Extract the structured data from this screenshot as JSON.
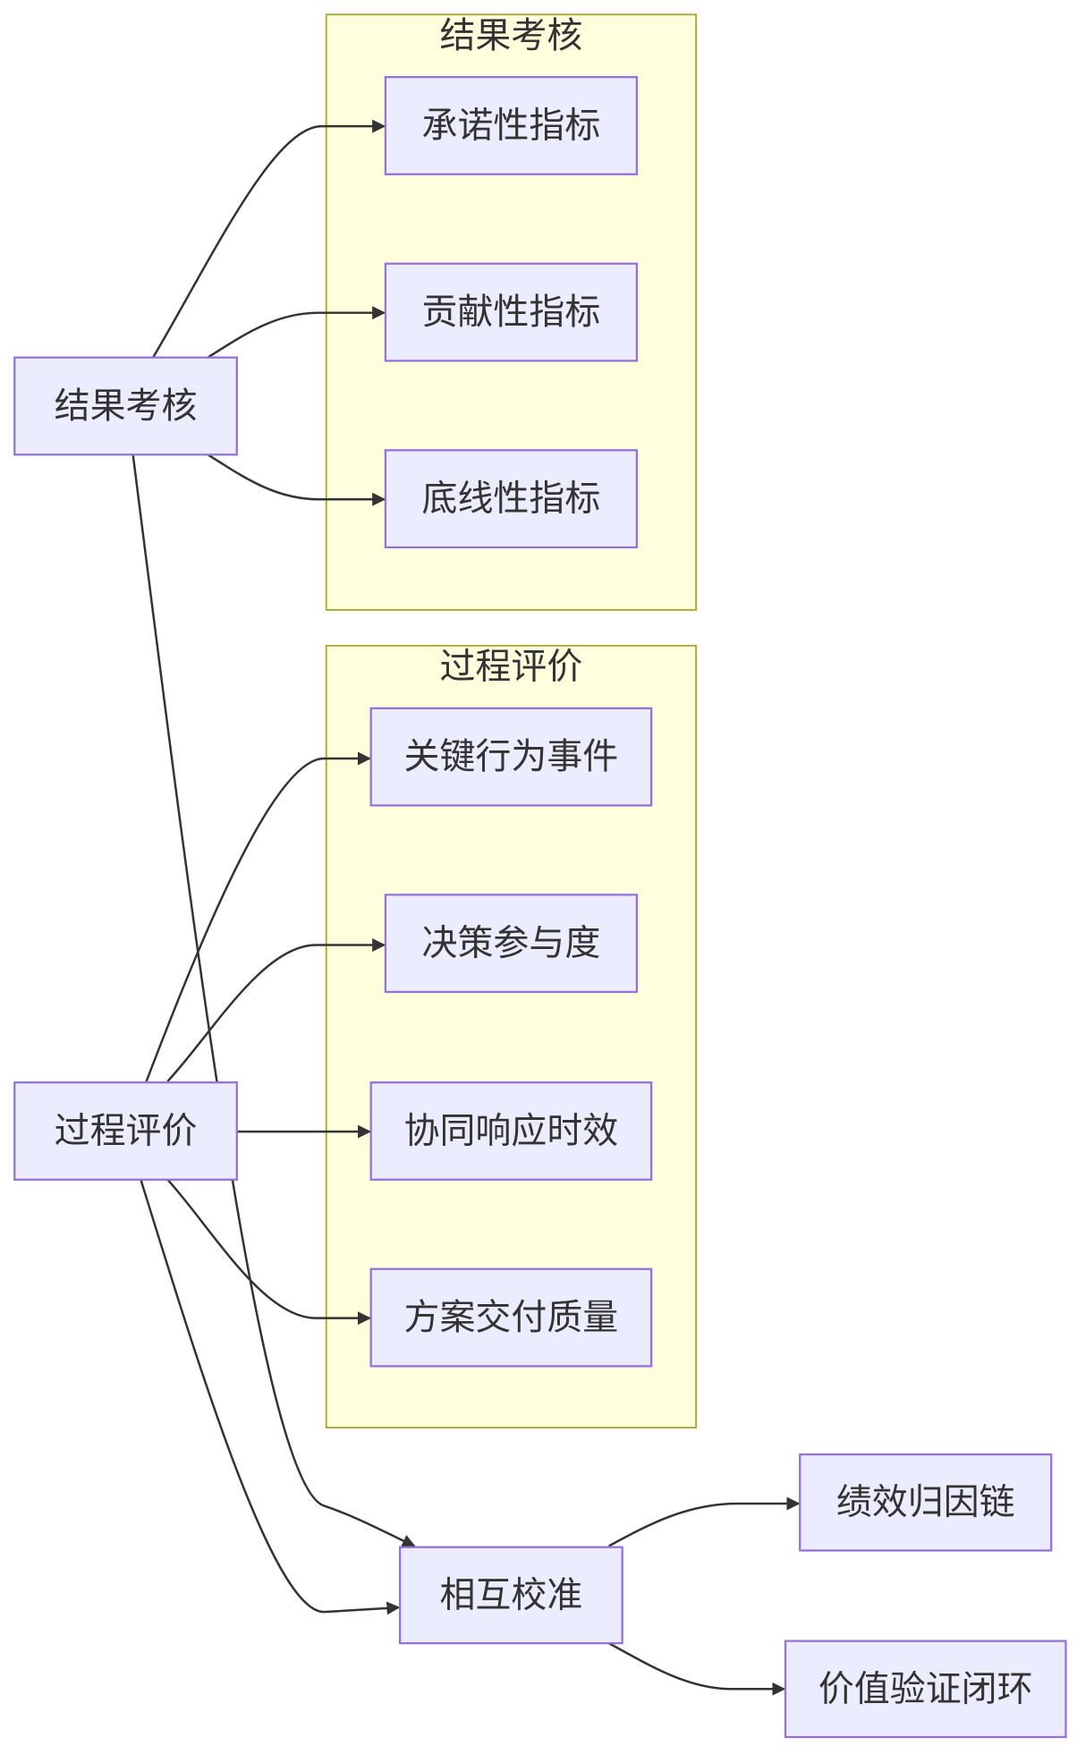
{
  "clusters": {
    "result": {
      "title": "结果考核"
    },
    "process": {
      "title": "过程评价"
    }
  },
  "nodes": {
    "result_assessment": "结果考核",
    "commitment_indicator": "承诺性指标",
    "contribution_indicator": "贡献性指标",
    "baseline_indicator": "底线性指标",
    "process_evaluation": "过程评价",
    "key_behavior_event": "关键行为事件",
    "decision_participation": "决策参与度",
    "collaboration_response": "协同响应时效",
    "solution_delivery_quality": "方案交付质量",
    "mutual_calibration": "相互校准",
    "performance_attribution_chain": "绩效归因链",
    "value_verification_loop": "价值验证闭环"
  },
  "edges": [
    {
      "from": "result_assessment",
      "to": "commitment_indicator"
    },
    {
      "from": "result_assessment",
      "to": "contribution_indicator"
    },
    {
      "from": "result_assessment",
      "to": "baseline_indicator"
    },
    {
      "from": "process_evaluation",
      "to": "key_behavior_event"
    },
    {
      "from": "process_evaluation",
      "to": "decision_participation"
    },
    {
      "from": "process_evaluation",
      "to": "collaboration_response"
    },
    {
      "from": "process_evaluation",
      "to": "solution_delivery_quality"
    },
    {
      "from": "result_assessment",
      "to": "mutual_calibration"
    },
    {
      "from": "process_evaluation",
      "to": "mutual_calibration"
    },
    {
      "from": "mutual_calibration",
      "to": "performance_attribution_chain"
    },
    {
      "from": "mutual_calibration",
      "to": "value_verification_loop"
    }
  ],
  "colors": {
    "node_fill": "#ececff",
    "node_stroke": "#9370db",
    "cluster_fill": "#ffffde",
    "cluster_stroke": "#aaaa33",
    "edge": "#333333",
    "text": "#333333"
  }
}
